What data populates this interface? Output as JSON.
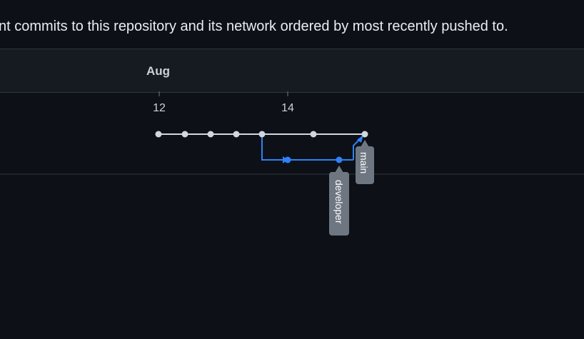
{
  "description": "nt commits to this repository and its network ordered by most recently pushed to.",
  "month": "Aug",
  "days": [
    "12",
    "14"
  ],
  "branches": {
    "main": "main",
    "developer": "developer"
  },
  "colors": {
    "background": "#0d1117",
    "header": "#161b22",
    "main_line": "#d0d7de",
    "developer_line": "#2f81f7",
    "label_bg": "#6e7681"
  }
}
